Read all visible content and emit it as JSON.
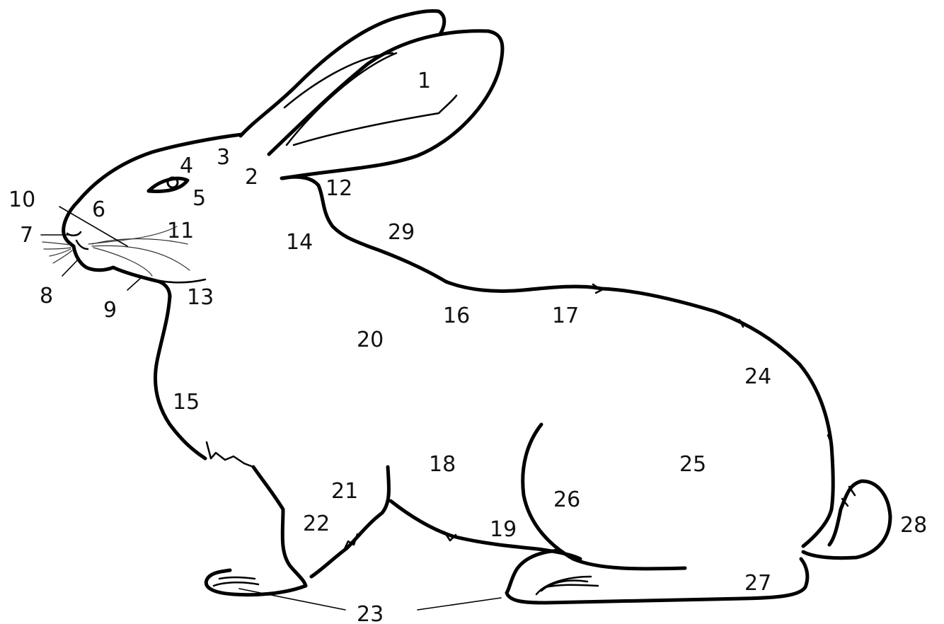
{
  "diagram": {
    "labels": [
      {
        "id": "1",
        "text": "1"
      },
      {
        "id": "2",
        "text": "2"
      },
      {
        "id": "3",
        "text": "3"
      },
      {
        "id": "4",
        "text": "4"
      },
      {
        "id": "5",
        "text": "5"
      },
      {
        "id": "6",
        "text": "6"
      },
      {
        "id": "7",
        "text": "7"
      },
      {
        "id": "8",
        "text": "8"
      },
      {
        "id": "9",
        "text": "9"
      },
      {
        "id": "10",
        "text": "10"
      },
      {
        "id": "11",
        "text": "11"
      },
      {
        "id": "12",
        "text": "12"
      },
      {
        "id": "13",
        "text": "13"
      },
      {
        "id": "14",
        "text": "14"
      },
      {
        "id": "15",
        "text": "15"
      },
      {
        "id": "16",
        "text": "16"
      },
      {
        "id": "17",
        "text": "17"
      },
      {
        "id": "18",
        "text": "18"
      },
      {
        "id": "19",
        "text": "19"
      },
      {
        "id": "20",
        "text": "20"
      },
      {
        "id": "21",
        "text": "21"
      },
      {
        "id": "22",
        "text": "22"
      },
      {
        "id": "23",
        "text": "23"
      },
      {
        "id": "24",
        "text": "24"
      },
      {
        "id": "25",
        "text": "25"
      },
      {
        "id": "26",
        "text": "26"
      },
      {
        "id": "27",
        "text": "27"
      },
      {
        "id": "28",
        "text": "28"
      },
      {
        "id": "29",
        "text": "29"
      }
    ]
  }
}
